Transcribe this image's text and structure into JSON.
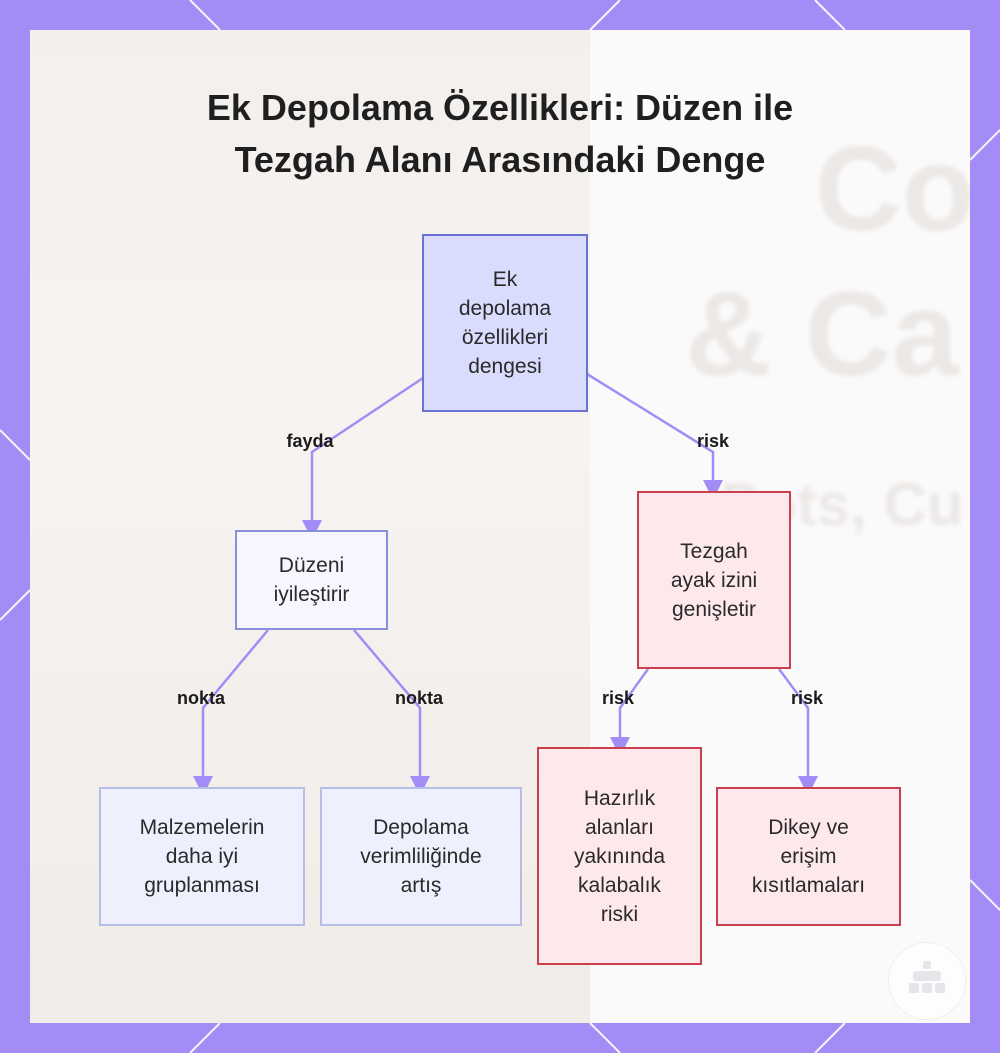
{
  "title": {
    "line1": "Ek Depolama Özellikleri: Düzen ile",
    "line2": "Tezgah Alanı Arasındaki Denge"
  },
  "background_text": {
    "line1": "Co",
    "line2": "& Ca",
    "line3": "Pots, Cu"
  },
  "nodes": {
    "root": [
      "Ek",
      "depolama",
      "özellikleri",
      "dengesi"
    ],
    "order": [
      "Düzeni",
      "iyileştirir"
    ],
    "footprint": [
      "Tezgah",
      "ayak izini",
      "genişletir"
    ],
    "grouping": [
      "Malzemelerin",
      "daha iyi",
      "gruplanması"
    ],
    "efficiency": [
      "Depolama",
      "verimliliğinde",
      "artış"
    ],
    "crowding": [
      "Hazırlık",
      "alanları",
      "yakınında",
      "kalabalık",
      "riski"
    ],
    "access": [
      "Dikey ve",
      "erişim",
      "kısıtlamaları"
    ]
  },
  "edge_labels": {
    "benefit": "fayda",
    "risk_top": "risk",
    "point_left": "nokta",
    "point_right": "nokta",
    "risk_left": "risk",
    "risk_right": "risk"
  },
  "colors": {
    "frame": "#a48cf6",
    "connector": "#a48cf6",
    "root_fill": "#d9dcfd",
    "risk_border": "#c9404f"
  }
}
